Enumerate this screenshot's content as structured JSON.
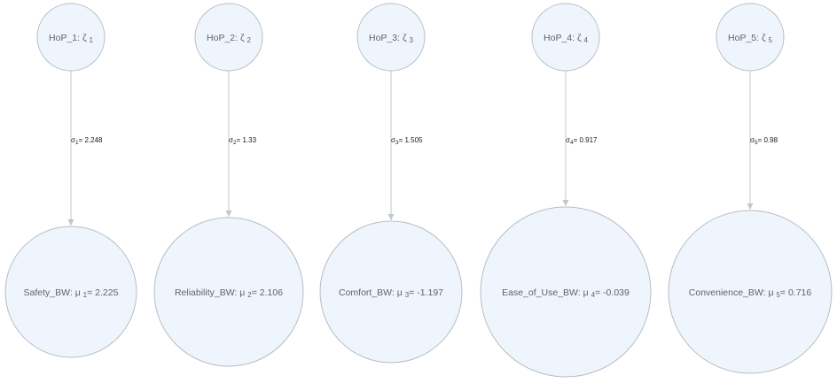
{
  "diagram": {
    "columns": [
      {
        "top": {
          "name": "HoP_1",
          "symbol": "ζ",
          "index": "1"
        },
        "edge": {
          "symbol": "σ",
          "index": "1",
          "value": "= 2.248"
        },
        "bottom": {
          "name": "Safety_BW",
          "symbol": "μ",
          "index": "1",
          "value": "= 2.225"
        }
      },
      {
        "top": {
          "name": "HoP_2",
          "symbol": "ζ",
          "index": "2"
        },
        "edge": {
          "symbol": "σ",
          "index": "2",
          "value": "= 1.33"
        },
        "bottom": {
          "name": "Reliability_BW",
          "symbol": "μ",
          "index": "2",
          "value": "= 2.106"
        }
      },
      {
        "top": {
          "name": "HoP_3",
          "symbol": "ζ",
          "index": "3"
        },
        "edge": {
          "symbol": "σ",
          "index": "3",
          "value": "= 1.505"
        },
        "bottom": {
          "name": "Comfort_BW",
          "symbol": "μ",
          "index": "3",
          "value": "= -1.197"
        }
      },
      {
        "top": {
          "name": "HoP_4",
          "symbol": "ζ",
          "index": "4"
        },
        "edge": {
          "symbol": "σ",
          "index": "4",
          "value": "= 0.917"
        },
        "bottom": {
          "name": "Ease_of_Use_BW",
          "symbol": "μ",
          "index": "4",
          "value": "= -0.039"
        }
      },
      {
        "top": {
          "name": "HoP_5",
          "symbol": "ζ",
          "index": "5"
        },
        "edge": {
          "symbol": "σ",
          "index": "5",
          "value": "= 0.98"
        },
        "bottom": {
          "name": "Convenience_BW",
          "symbol": "μ",
          "index": "5",
          "value": "= 0.716"
        }
      }
    ]
  },
  "colors": {
    "node_fill": "#eef5fd",
    "node_stroke": "#b8bdc2",
    "edge": "#c4c7ca",
    "node_text": "#5f6368",
    "edge_text": "#1a1a1a"
  }
}
